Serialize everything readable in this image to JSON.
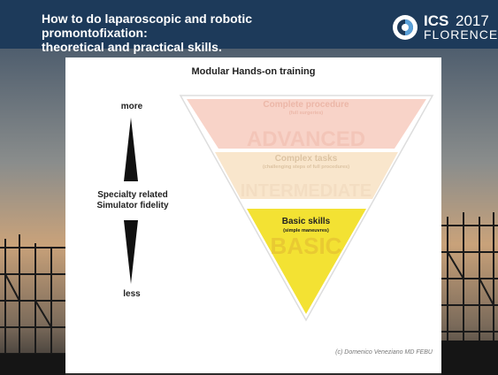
{
  "header": {
    "title_line1": "How to do laparoscopic and robotic promontofixation:",
    "title_line2": "theoretical and practical skills.",
    "logo": {
      "ics": "ICS",
      "year": "2017",
      "city": "FLORENCE"
    }
  },
  "diagram": {
    "title": "Modular Hands-on training",
    "axis": {
      "top": "more",
      "label_line1": "Specialty related",
      "label_line2": "Simulator fidelity",
      "bottom": "less"
    },
    "levels": [
      {
        "title": "Complete procedure",
        "subtitle": "(full surgeries)",
        "watermark": "ADVANCED",
        "fill": "#f8d3c8",
        "text": "#ecb7a8"
      },
      {
        "title": "Complex tasks",
        "subtitle": "(challenging steps of full procedures)",
        "watermark": "INTERMEDIATE",
        "fill": "#f9e6cc",
        "text": "#dcc3a2"
      },
      {
        "title": "Basic skills",
        "subtitle": "(simple maneuvres)",
        "watermark": "BASIC",
        "fill": "#f3e233",
        "text": "#222222"
      }
    ],
    "credit": "(c) Domenico Veneziano MD FEBU"
  }
}
